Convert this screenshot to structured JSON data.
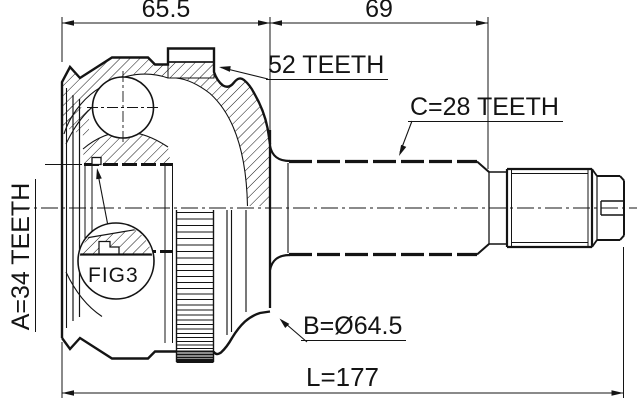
{
  "drawing": {
    "type": "cv-joint-technical-drawing",
    "background_color": "#ffffff",
    "line_color": "#141414",
    "dimensions": {
      "housing_width": "65.5",
      "shaft_span": "69",
      "overall_length": "L=177"
    },
    "labels": {
      "abs_ring_teeth": "52 TEETH",
      "outer_spline_teeth": "C=28 TEETH",
      "inner_spline_teeth": "A=34 TEETH",
      "housing_outer_diameter": "B=Ø64.5",
      "detail_reference": "FIG3"
    }
  }
}
